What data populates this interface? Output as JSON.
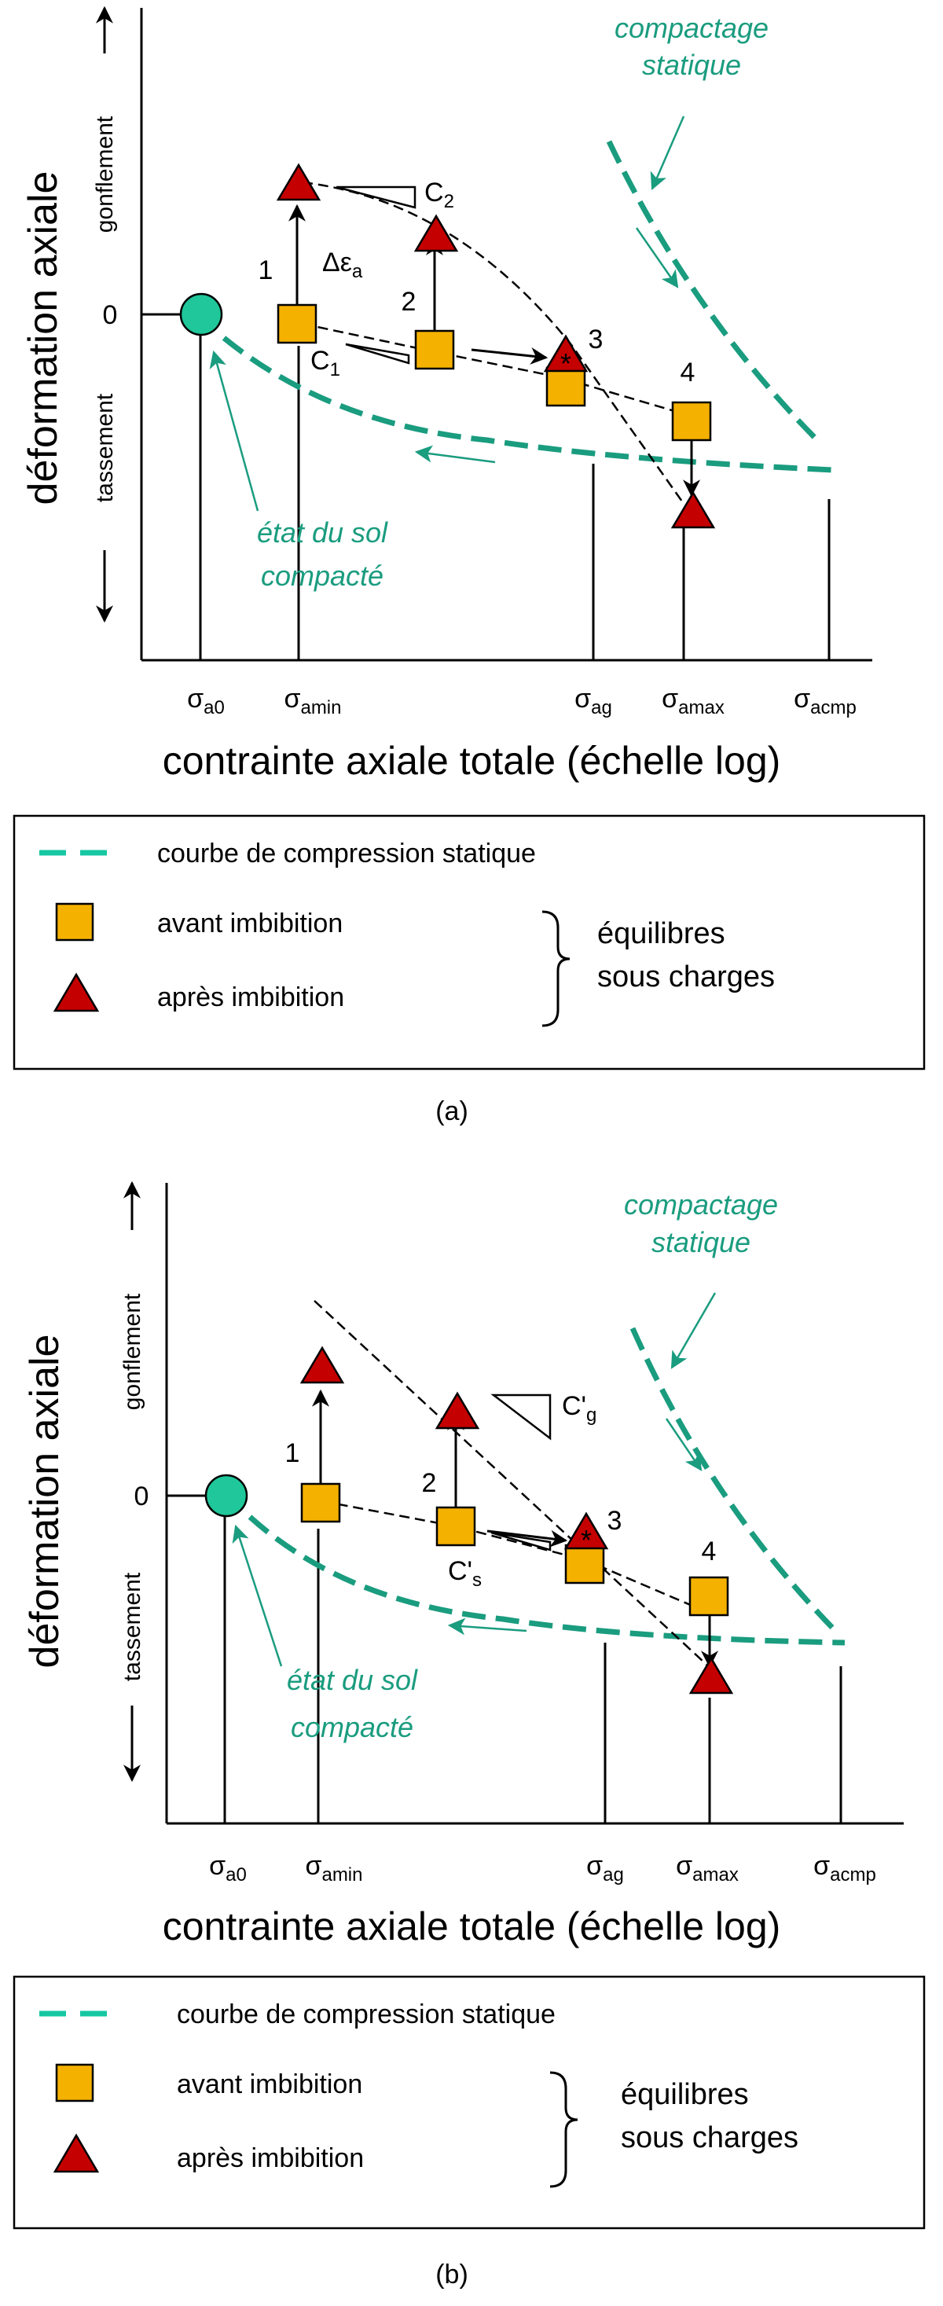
{
  "colors": {
    "teal": "#1a9c7f",
    "teal_legend": "#16c7a3",
    "square_fill": "#f4b100",
    "triangle_fill": "#c40000",
    "circle_fill": "#1fc79a"
  },
  "panel_a": {
    "y_axis_label": "déformation axiale",
    "y_up_label": "gonflement",
    "y_down_label": "tassement",
    "y_zero": "0",
    "x_axis_label": "contrainte axiale totale (échelle log)",
    "x_ticks": [
      {
        "base": "σ",
        "sub": "a0"
      },
      {
        "base": "σ",
        "sub": "amin"
      },
      {
        "base": "σ",
        "sub": "ag"
      },
      {
        "base": "σ",
        "sub": "amax"
      },
      {
        "base": "σ",
        "sub": "acmp"
      }
    ],
    "compactage_line1": "compactage",
    "compactage_line2": "statique",
    "etat_line1": "état du sol",
    "etat_line2": "compacté",
    "point_labels": [
      "1",
      "2",
      "3",
      "4"
    ],
    "delta_base": "Δε",
    "delta_sub": "a",
    "slope1_base": "C",
    "slope1_sub": "2",
    "slope2_base": "C",
    "slope2_sub": "1",
    "caption": "(a)"
  },
  "panel_b": {
    "y_axis_label": "déformation axiale",
    "y_up_label": "gonflement",
    "y_down_label": "tassement",
    "y_zero": "0",
    "x_axis_label": "contrainte axiale totale (échelle log)",
    "x_ticks": [
      {
        "base": "σ",
        "sub": "a0"
      },
      {
        "base": "σ",
        "sub": "amin"
      },
      {
        "base": "σ",
        "sub": "ag"
      },
      {
        "base": "σ",
        "sub": "amax"
      },
      {
        "base": "σ",
        "sub": "acmp"
      }
    ],
    "compactage_line1": "compactage",
    "compactage_line2": "statique",
    "etat_line1": "état du sol",
    "etat_line2": "compacté",
    "point_labels": [
      "1",
      "2",
      "3",
      "4"
    ],
    "slope1_base": "C'",
    "slope1_sub": "g",
    "slope2_base": "C'",
    "slope2_sub": "s",
    "caption": "(b)"
  },
  "legend": {
    "curve_label": "courbe de compression statique",
    "square_label": "avant imbibition",
    "triangle_label": "après imbibition",
    "group_line1": "équilibres",
    "group_line2": "sous charges"
  }
}
